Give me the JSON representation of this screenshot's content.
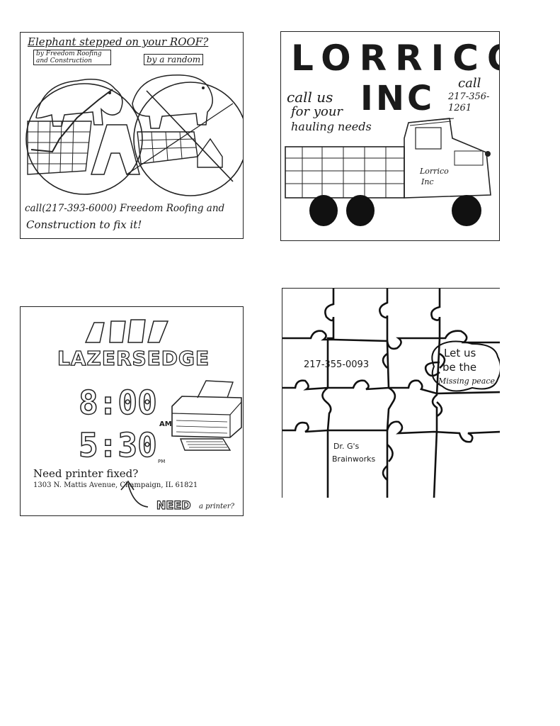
{
  "panel1": {
    "headline": "Elephant stepped on your ROOF?",
    "byline_tag": "by Freedom Roofing and Construction",
    "random_tag": "by a random",
    "footer_line1": "call(217-393-6000) Freedom Roofing and",
    "footer_line2": "Construction to fix it!"
  },
  "panel2": {
    "company_name": "LORRICO,",
    "company_suffix": "INC",
    "call_label": "call",
    "phone": "217-356-1261",
    "tagline_1": "call us",
    "tagline_2": "for your",
    "tagline_3": "hauling needs",
    "truck_door_1": "Lorrico",
    "truck_door_2": "Inc"
  },
  "panel3": {
    "brand": "LAZERSEDGE",
    "open_time": "8:00",
    "open_suffix": "AM",
    "close_time": "5:30",
    "close_suffix": "PM",
    "question": "Need printer fixed?",
    "address": "1303 N. Mattis Avenue, Champaign, IL 61821",
    "need": "NEED",
    "need_tail": "a printer?"
  },
  "panel4": {
    "phone": "217-355-0093",
    "slogan_1": "Let us",
    "slogan_2": "be the",
    "slogan_3": "Missing peace",
    "brand_1": "Dr. G's",
    "brand_2": "Brainworks"
  }
}
